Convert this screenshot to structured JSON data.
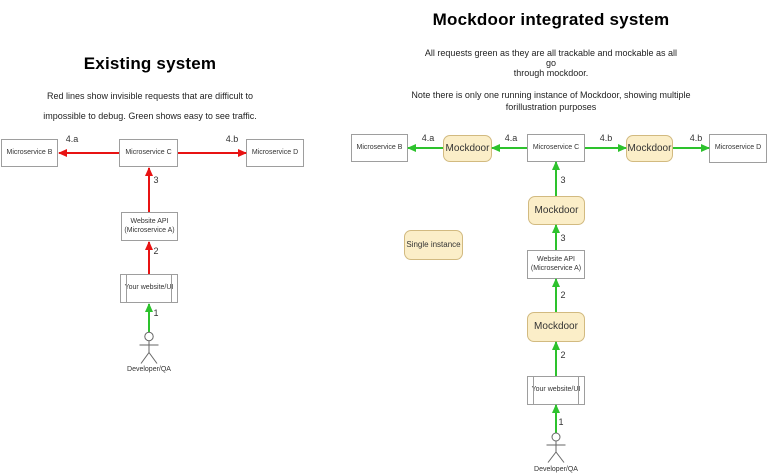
{
  "left": {
    "title": "Existing system",
    "desc": [
      "Red lines show invisible requests that are difficult to",
      "impossible to debug. Green shows easy to see traffic."
    ],
    "nodes": {
      "ms_b": "Microservice B",
      "ms_c": "Microservice C",
      "ms_d": "Microservice D",
      "website_api": "Website API\n(Microservice A)",
      "website_ui": "Your website/UI",
      "actor": "Developer/QA"
    },
    "edge_labels": {
      "c_to_b": "4.a",
      "c_to_d": "4.b",
      "api_to_c": "3",
      "ui_to_api": "2",
      "actor_to_ui": "1"
    }
  },
  "right": {
    "title": "Mockdoor integrated system",
    "desc": [
      "All requests green as they are all trackable and mockable as all go",
      "through mockdoor."
    ],
    "note": [
      "Note there is only one running instance of Mockdoor, showing multiple",
      "forillustration purposes"
    ],
    "nodes": {
      "ms_b": "Microservice B",
      "mockdoor_left": "Mockdoor",
      "ms_c": "Microservice C",
      "mockdoor_right": "Mockdoor",
      "ms_d": "Microservice D",
      "mockdoor_mid": "Mockdoor",
      "website_api": "Website API\n(Microservice A)",
      "mockdoor_low": "Mockdoor",
      "website_ui": "Your website/UI",
      "single_instance": "Single instance",
      "actor": "Developer/QA"
    },
    "edge_labels": {
      "md_to_b": "4.a",
      "c_to_md": "4.a",
      "c_to_md2": "4.b",
      "md2_to_d": "4.b",
      "md_to_c": "3",
      "api_to_md": "3",
      "md_to_api": "2",
      "ui_to_md": "2",
      "actor_to_ui": "1"
    }
  },
  "colors": {
    "red_edge": "#e81313",
    "green_edge": "#2dc22d",
    "node_border": "#9e9e9e",
    "mockdoor_fill": "#fbeec8",
    "mockdoor_border": "#d2ba80",
    "text": "#333333"
  }
}
